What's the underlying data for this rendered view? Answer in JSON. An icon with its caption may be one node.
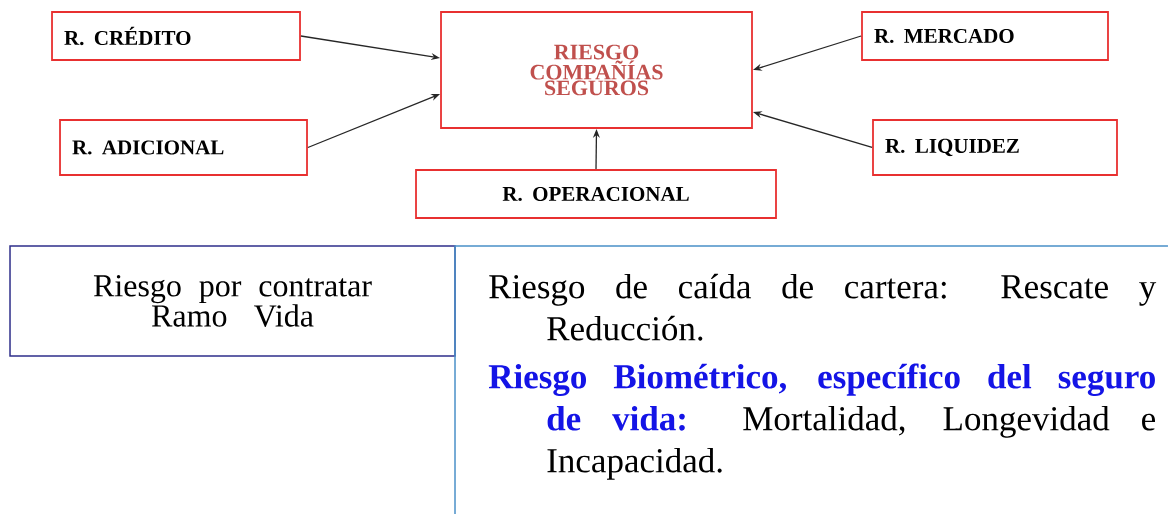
{
  "diagram": {
    "nodes": [
      {
        "text": [
          "RIESGO COMPAÑÍAS SEGUROS"
        ]
      },
      {
        "text": [
          "R. CRÉDITO"
        ]
      },
      {
        "text": [
          "R. ADICIONAL"
        ]
      },
      {
        "text": [
          "R. MERCADO"
        ]
      },
      {
        "text": [
          "R. LIQUIDEZ"
        ]
      },
      {
        "text": [
          "R. OPERACIONAL"
        ]
      },
      {
        "text": [
          "Riesgo por contratar Ramo Vida"
        ]
      },
      {
        "text": [
          "Riesgo de caída de cartera: Rescate y Reducción.",
          "Riesgo Biométrico, específico del seguro de vida:",
          "Mortalidad, Longevidad e Incapacidad."
        ]
      }
    ],
    "edges": [
      {
        "from": 1,
        "to": 0,
        "arrow": "to"
      },
      {
        "from": 2,
        "to": 0,
        "arrow": "to"
      },
      {
        "from": 3,
        "to": 0,
        "arrow": "to"
      },
      {
        "from": 4,
        "to": 0,
        "arrow": "to"
      },
      {
        "from": 5,
        "to": 0,
        "arrow": "to"
      }
    ]
  }
}
